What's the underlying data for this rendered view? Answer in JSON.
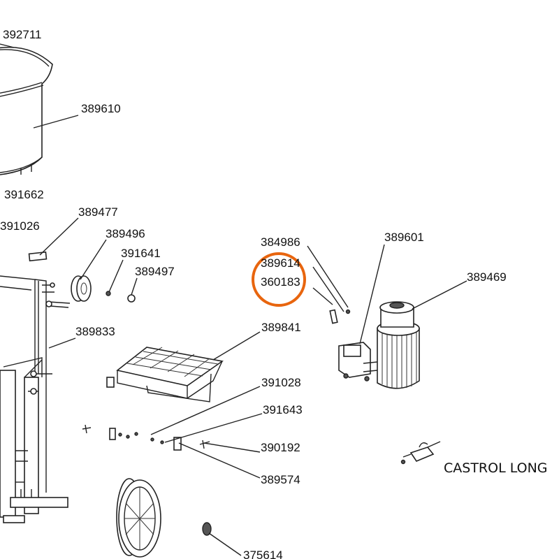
{
  "diagram": {
    "labels": {
      "p392711": "392711",
      "p389610": "389610",
      "p391662": "391662",
      "p391026": "391026",
      "p389477": "389477",
      "p389496": "389496",
      "p391641": "391641",
      "p389497": "389497",
      "p389833": "389833",
      "p384986": "384986",
      "p389614": "389614",
      "p360183": "360183",
      "p389601": "389601",
      "p389469": "389469",
      "p389841": "389841",
      "p391028": "391028",
      "p391643": "391643",
      "p390192": "390192",
      "p389574": "389574",
      "p375614": "375614"
    },
    "note": "CASTROL LONG",
    "highlight": {
      "part": "360183",
      "color": "#e8650e"
    }
  }
}
